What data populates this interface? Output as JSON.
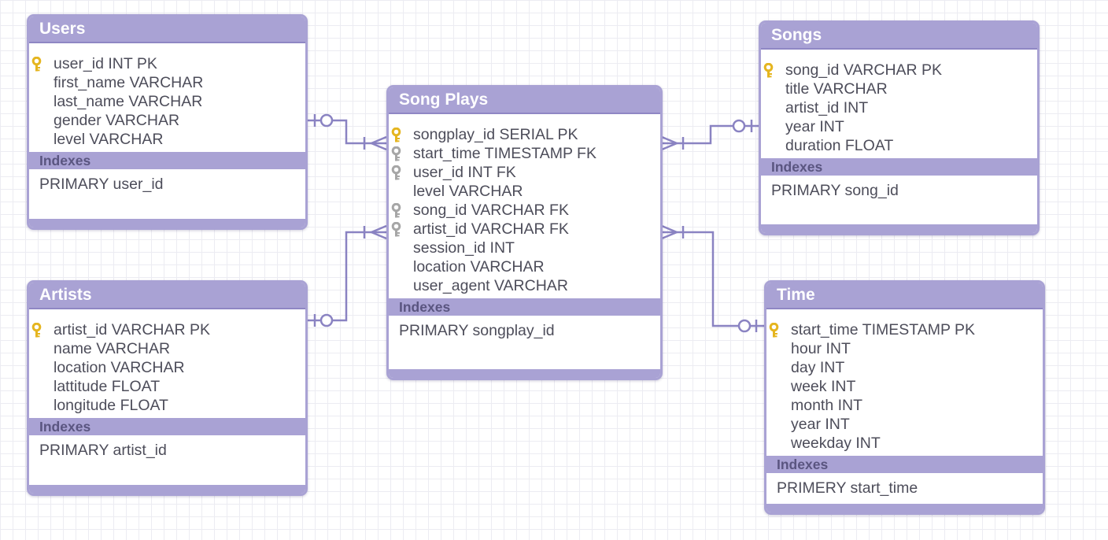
{
  "colors": {
    "header": "#a9a2d4",
    "connector": "#8a83c2",
    "pk_key": "#e5b51f",
    "fk_key": "#a6a6a6"
  },
  "tables": {
    "users": {
      "title": "Users",
      "columns": [
        {
          "text": "user_id INT PK",
          "key": "primary"
        },
        {
          "text": "first_name VARCHAR",
          "key": "none"
        },
        {
          "text": "last_name VARCHAR",
          "key": "none"
        },
        {
          "text": "gender VARCHAR",
          "key": "none"
        },
        {
          "text": "level VARCHAR",
          "key": "none"
        }
      ],
      "indexes_label": "Indexes",
      "indexes": [
        "PRIMARY user_id"
      ]
    },
    "artists": {
      "title": "Artists",
      "columns": [
        {
          "text": "artist_id VARCHAR PK",
          "key": "primary"
        },
        {
          "text": "name VARCHAR",
          "key": "none"
        },
        {
          "text": "location VARCHAR",
          "key": "none"
        },
        {
          "text": "lattitude FLOAT",
          "key": "none"
        },
        {
          "text": "longitude FLOAT",
          "key": "none"
        }
      ],
      "indexes_label": "Indexes",
      "indexes": [
        "PRIMARY artist_id"
      ]
    },
    "songplays": {
      "title": "Song Plays",
      "columns": [
        {
          "text": "songplay_id SERIAL PK",
          "key": "primary"
        },
        {
          "text": "start_time TIMESTAMP FK",
          "key": "foreign"
        },
        {
          "text": "user_id INT FK",
          "key": "foreign"
        },
        {
          "text": "level VARCHAR",
          "key": "none"
        },
        {
          "text": "song_id VARCHAR FK",
          "key": "foreign"
        },
        {
          "text": "artist_id VARCHAR FK",
          "key": "foreign"
        },
        {
          "text": "session_id INT",
          "key": "none"
        },
        {
          "text": "location VARCHAR",
          "key": "none"
        },
        {
          "text": "user_agent VARCHAR",
          "key": "none"
        }
      ],
      "indexes_label": "Indexes",
      "indexes": [
        "PRIMARY songplay_id"
      ]
    },
    "songs": {
      "title": "Songs",
      "columns": [
        {
          "text": "song_id VARCHAR PK",
          "key": "primary"
        },
        {
          "text": "title VARCHAR",
          "key": "none"
        },
        {
          "text": "artist_id INT",
          "key": "none"
        },
        {
          "text": "year INT",
          "key": "none"
        },
        {
          "text": "duration FLOAT",
          "key": "none"
        }
      ],
      "indexes_label": "Indexes",
      "indexes": [
        "PRIMARY song_id"
      ]
    },
    "time": {
      "title": "Time",
      "columns": [
        {
          "text": "start_time TIMESTAMP PK",
          "key": "primary"
        },
        {
          "text": "hour INT",
          "key": "none"
        },
        {
          "text": "day INT",
          "key": "none"
        },
        {
          "text": "week INT",
          "key": "none"
        },
        {
          "text": "month INT",
          "key": "none"
        },
        {
          "text": "year INT",
          "key": "none"
        },
        {
          "text": "weekday INT",
          "key": "none"
        }
      ],
      "indexes_label": "Indexes",
      "indexes": [
        "PRIMERY start_time"
      ]
    }
  },
  "relationships": [
    {
      "from": "users",
      "to": "songplays",
      "from_end": "zero-or-one",
      "to_end": "one-or-many"
    },
    {
      "from": "artists",
      "to": "songplays",
      "from_end": "zero-or-one",
      "to_end": "one-or-many"
    },
    {
      "from": "songs",
      "to": "songplays",
      "from_end": "zero-or-one",
      "to_end": "one-or-many"
    },
    {
      "from": "time",
      "to": "songplays",
      "from_end": "zero-or-one",
      "to_end": "one-or-many"
    }
  ]
}
